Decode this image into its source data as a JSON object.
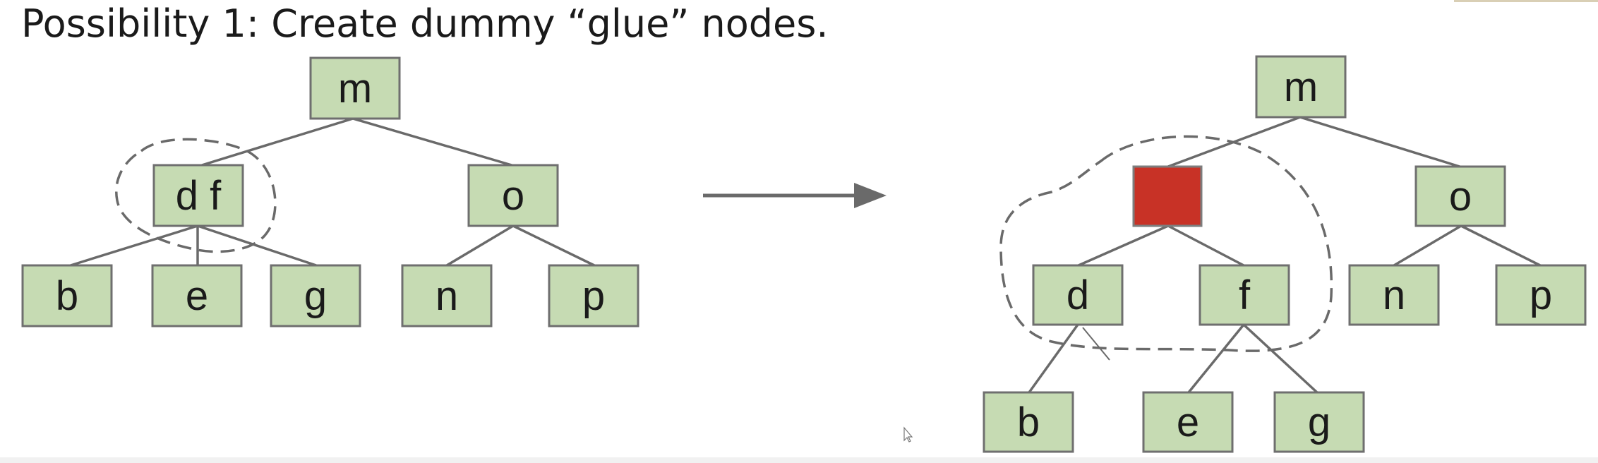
{
  "slide": {
    "title": "Possibility 1: Create dummy “glue” nodes."
  },
  "before_tree": {
    "root": "m",
    "merged_node": "d f",
    "right_child": "o",
    "leaves": [
      "b",
      "e",
      "g",
      "n",
      "p"
    ]
  },
  "after_tree": {
    "root": "m",
    "glue_node_color": "#c83226",
    "left_children": [
      "d",
      "f"
    ],
    "right_child": "o",
    "right_leaves": [
      "n",
      "p"
    ],
    "bottom_leaves": [
      "b",
      "e",
      "g"
    ]
  },
  "colors": {
    "node_fill": "#c6dbb3",
    "node_stroke": "#6f6f6f",
    "glue_fill": "#c83226",
    "line": "#6a6a6a"
  }
}
